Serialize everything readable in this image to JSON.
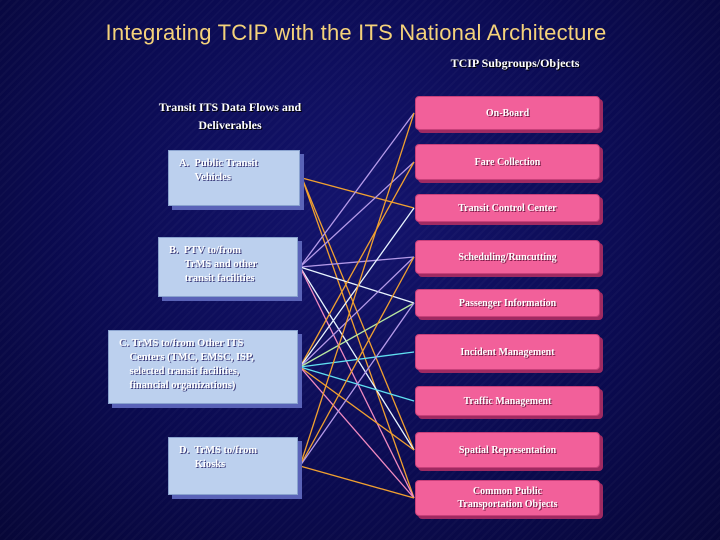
{
  "slide": {
    "title": "Integrating TCIP with the ITS National Architecture"
  },
  "objects_heading": "TCIP Subgroups/Objects",
  "flows_heading": "Transit ITS Data Flows and Deliverables",
  "flows": [
    {
      "key": "a",
      "label": "A.  Public Transit\n      Vehicles"
    },
    {
      "key": "b",
      "label": "B.  PTV to/from\n      TrMS and other\n      transit facilities"
    },
    {
      "key": "c",
      "label": "C. TrMS to/from Other ITS\n    Centers (TMC, EMSC, ISP,\n    selected transit facilities,\n    financial organizations)"
    },
    {
      "key": "d",
      "label": "D.  TrMS to/from\n      Kiosks"
    }
  ],
  "objects": [
    "On-Board",
    "Fare Collection",
    "Transit Control Center",
    "Scheduling/Runcutting",
    "Passenger Information",
    "Incident Management",
    "Traffic Management",
    "Spatial Representation",
    "Common Public\nTransportation Objects"
  ],
  "colors": {
    "background": "#0b0b52",
    "title": "#f4d27a",
    "flow_box": "#bcd0ee",
    "object_box": "#f2609a",
    "link_orange": "#f0a030",
    "link_violet": "#b49ae8",
    "link_white": "#e8f4ff",
    "link_pink": "#f08ac0",
    "link_green": "#b8e8a0",
    "link_cyan": "#60e0f0"
  },
  "links": [
    {
      "from": "a",
      "to": 2,
      "color": "link_orange"
    },
    {
      "from": "a",
      "to": 7,
      "color": "link_orange"
    },
    {
      "from": "a",
      "to": 8,
      "color": "link_orange"
    },
    {
      "from": "b",
      "to": 0,
      "color": "link_violet"
    },
    {
      "from": "b",
      "to": 1,
      "color": "link_violet"
    },
    {
      "from": "b",
      "to": 3,
      "color": "link_violet"
    },
    {
      "from": "b",
      "to": 4,
      "color": "link_white"
    },
    {
      "from": "b",
      "to": 7,
      "color": "link_white"
    },
    {
      "from": "b",
      "to": 8,
      "color": "link_pink"
    },
    {
      "from": "c",
      "to": 1,
      "color": "link_orange"
    },
    {
      "from": "c",
      "to": 2,
      "color": "link_white"
    },
    {
      "from": "c",
      "to": 3,
      "color": "link_violet"
    },
    {
      "from": "c",
      "to": 4,
      "color": "link_green"
    },
    {
      "from": "c",
      "to": 5,
      "color": "link_cyan"
    },
    {
      "from": "c",
      "to": 6,
      "color": "link_cyan"
    },
    {
      "from": "c",
      "to": 7,
      "color": "link_orange"
    },
    {
      "from": "c",
      "to": 8,
      "color": "link_pink"
    },
    {
      "from": "d",
      "to": 0,
      "color": "link_orange"
    },
    {
      "from": "d",
      "to": 3,
      "color": "link_orange"
    },
    {
      "from": "d",
      "to": 4,
      "color": "link_violet"
    },
    {
      "from": "d",
      "to": 8,
      "color": "link_orange"
    }
  ]
}
